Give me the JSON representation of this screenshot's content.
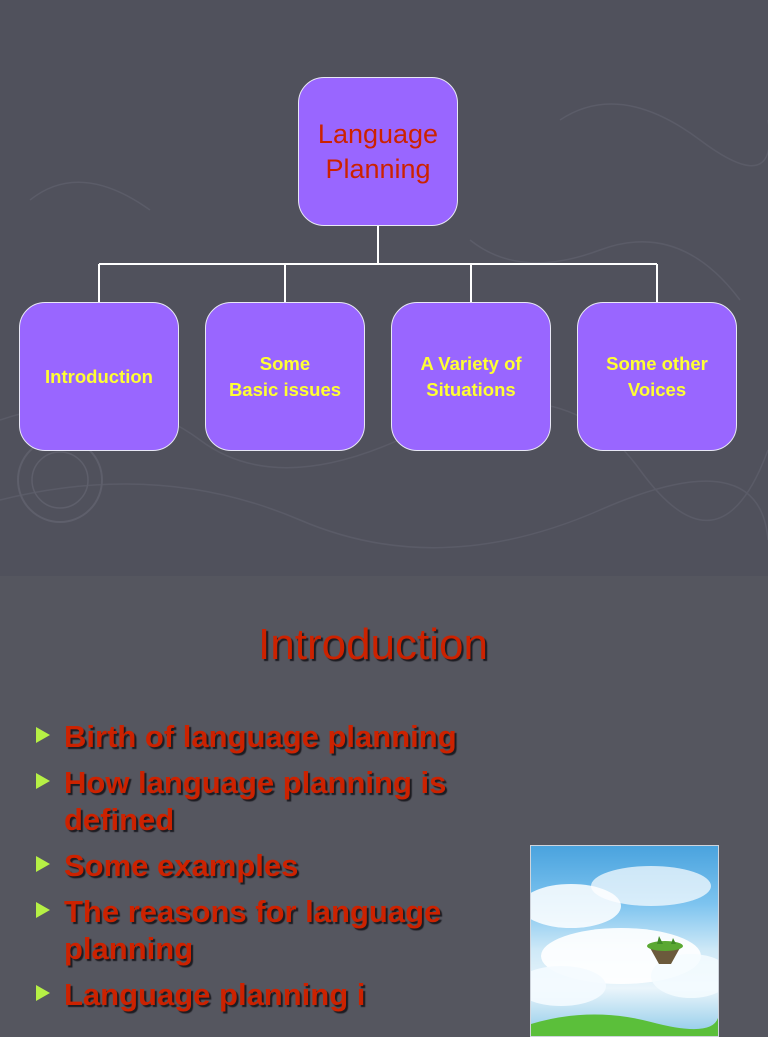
{
  "slide1": {
    "root": "Language\nPlanning",
    "children": [
      "Introduction",
      "Some\nBasic issues",
      "A Variety of\nSituations",
      "Some other\nVoices"
    ],
    "colors": {
      "node_fill": "#9966ff",
      "root_text": "#cc2200",
      "child_text": "#ffff33"
    }
  },
  "slide2": {
    "title": "Introduction",
    "bullets": [
      "Birth of language planning",
      "How language planning is defined",
      "Some examples",
      "The reasons for language planning",
      "Language planning i"
    ],
    "bullet_icon": "triangle-arrow-bullet-icon",
    "colors": {
      "text": "#cc2200",
      "bullet": "#b6f045"
    }
  }
}
